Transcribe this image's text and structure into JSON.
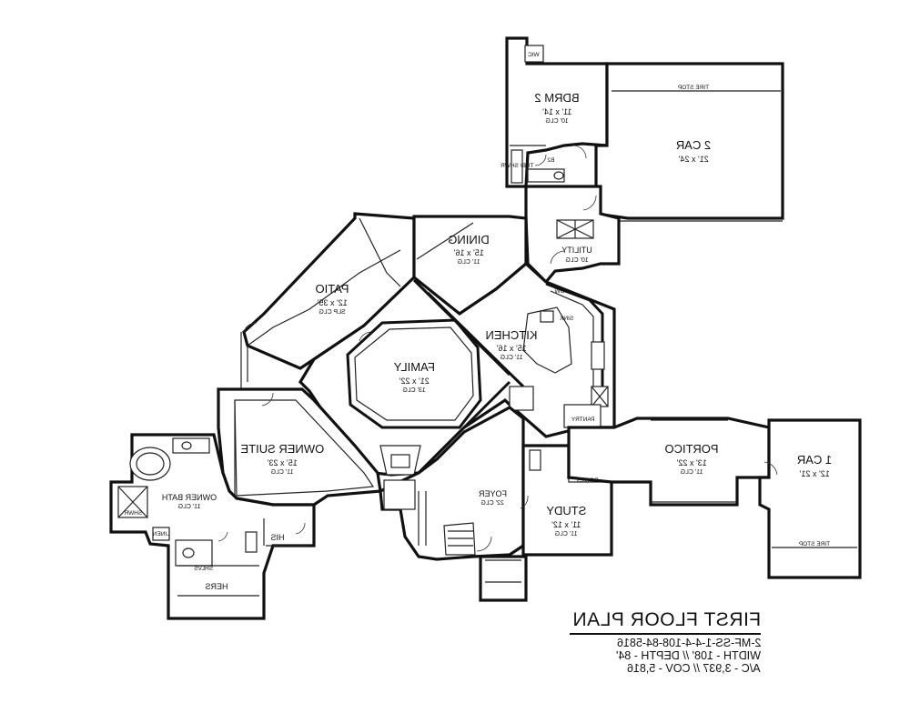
{
  "plan": {
    "title": "FIRST FLOOR PLAN",
    "code": "2-MF-SS-1-4-4-108-84-5816",
    "dimensions": "WIDTH - 108' // DEPTH - 84'",
    "area": "A/C - 3,937 // COV - 5,816"
  },
  "rooms": [
    {
      "id": "bdrm2",
      "name": "BDRM 2",
      "dim": "11' x 14'",
      "ceiling": "10' CLG"
    },
    {
      "id": "car2",
      "name": "2 CAR",
      "dim": "21' x 24'",
      "ceiling": ""
    },
    {
      "id": "dining",
      "name": "DINING",
      "dim": "15' x 16'",
      "ceiling": "11' CLG"
    },
    {
      "id": "utility",
      "name": "UTILITY",
      "dim": "",
      "ceiling": "10' CLG"
    },
    {
      "id": "patio",
      "name": "PATIO",
      "dim": "12' x 35'",
      "ceiling": "SLP CLG"
    },
    {
      "id": "kitchen",
      "name": "KITCHEN",
      "dim": "15' x 16'",
      "ceiling": "11' CLG"
    },
    {
      "id": "family",
      "name": "FAMILY",
      "dim": "21' x 22'",
      "ceiling": "13' CLG"
    },
    {
      "id": "owner-suite",
      "name": "OWNER SUITE",
      "dim": "15' x 23'",
      "ceiling": "11' CLG"
    },
    {
      "id": "portico",
      "name": "PORTICO",
      "dim": "13' x 22'",
      "ceiling": "11' CLG"
    },
    {
      "id": "car1",
      "name": "1 CAR",
      "dim": "12' x 21'",
      "ceiling": ""
    },
    {
      "id": "owner-bath",
      "name": "OWNER BATH",
      "dim": "",
      "ceiling": "11' CLG"
    },
    {
      "id": "foyer",
      "name": "FOYER",
      "dim": "",
      "ceiling": "22' CLG"
    },
    {
      "id": "study",
      "name": "STUDY",
      "dim": "11' x 12'",
      "ceiling": "11' CLG"
    },
    {
      "id": "his",
      "name": "HIS",
      "dim": "",
      "ceiling": ""
    },
    {
      "id": "hers",
      "name": "HERS",
      "dim": "",
      "ceiling": ""
    }
  ],
  "labels": {
    "wic": "WIC",
    "b2": "B2",
    "tub_shwr": "TUB/ SHWR",
    "tire_stop_top": "TIRE STOP",
    "tire_stop_bottom": "TIRE STOP",
    "pantry": "PANTRY",
    "books": "BOOKS",
    "linen": "LINEN",
    "shwr": "SHWR",
    "shlvs": "SHLVS",
    "dw": "DW",
    "sink": "SINK"
  }
}
